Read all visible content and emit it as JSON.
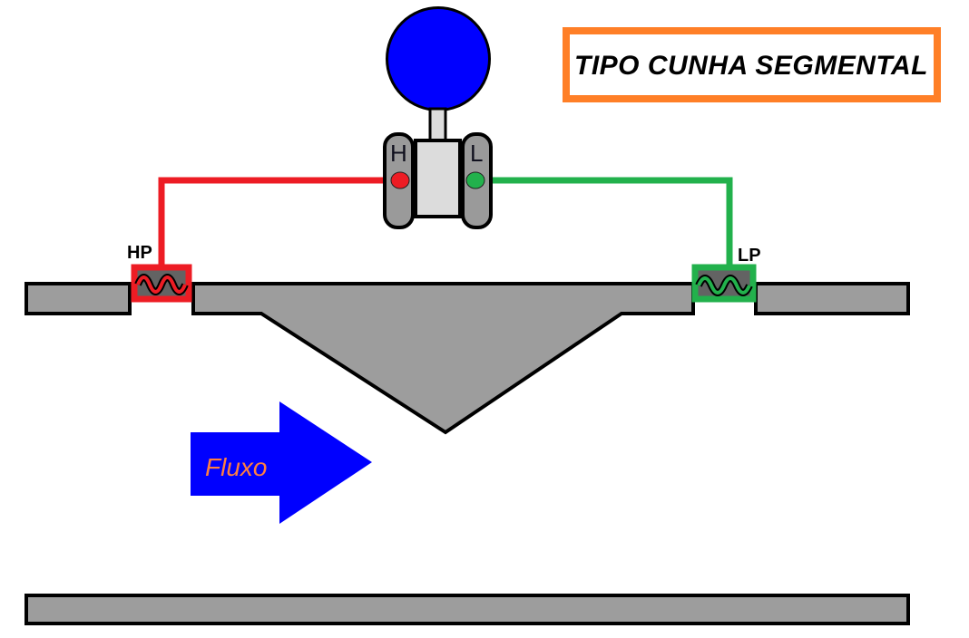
{
  "title_box": {
    "label": "TIPO CUNHA SEGMENTAL"
  },
  "transmitter": {
    "high_port_label": "H",
    "low_port_label": "L"
  },
  "taps": {
    "high_pressure_label": "HP",
    "low_pressure_label": "LP"
  },
  "flow_arrow": {
    "label": "Fluxo"
  },
  "colors": {
    "orange_border": "#FF7F27",
    "blue": "#0000FF",
    "red": "#ED1C24",
    "green": "#22B14C",
    "flow_text_orange": "#FF7F40",
    "pipe_gray": "#9D9D9D",
    "tap_window_gray": "#636363",
    "transmitter_body_gray": "#DCDCDC",
    "transmitter_capsule_gray": "#9A9A9A",
    "white": "#FFFFFF"
  }
}
